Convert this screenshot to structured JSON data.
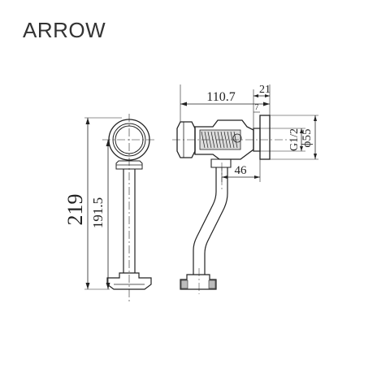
{
  "brand": "ARROW",
  "dimensions": {
    "overall_height": "219",
    "spout_height": "191.5",
    "body_length": "110.7",
    "connector_length": "21",
    "small_offset": "7",
    "thread": "G1/2",
    "flange_diameter": "ϕ55",
    "outlet_offset": "46"
  },
  "colors": {
    "line": "#222222",
    "text": "#333333",
    "background": "#ffffff"
  }
}
